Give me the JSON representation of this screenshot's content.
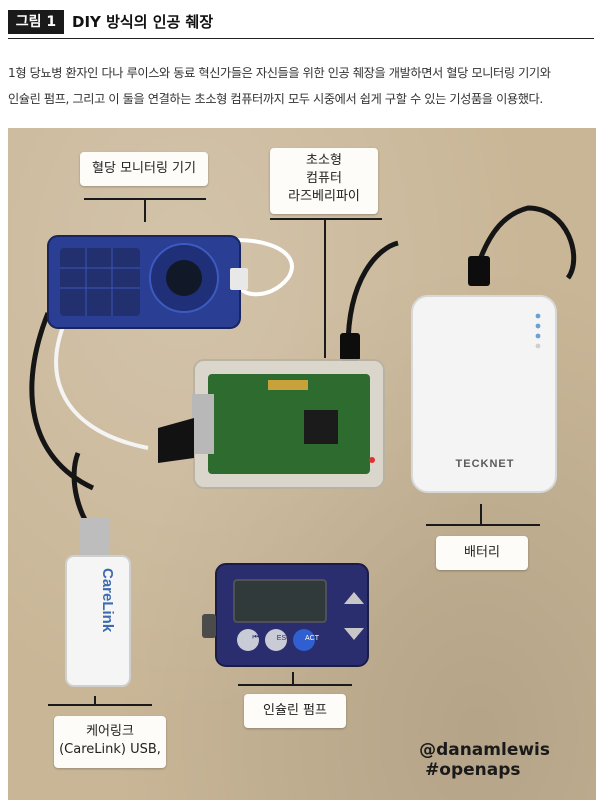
{
  "figure": {
    "badge": "그림 1",
    "title": "DIY 방식의 인공 췌장"
  },
  "caption": {
    "line1": "1형 당뇨병 환자인 다나 루이스와 동료 혁신가들은 자신들을 위한 인공 췌장을 개발하면서 혈당 모니터링 기기와",
    "line2": "인슐린 펌프, 그리고 이 둘을 연결하는 초소형 컴퓨터까지 모두 시중에서 쉽게 구할 수 있는 기성품을 이용했다."
  },
  "labels": {
    "cgm": "혈당 모니터링 기기",
    "pi_line1": "초소형",
    "pi_line2": "컴퓨터",
    "pi_line3": "라즈베리파이",
    "battery": "배터리",
    "pump": "인슐린 펌프",
    "carelink_line1": "케어링크",
    "carelink_line2": "(CareLink) USB,"
  },
  "device_text": {
    "carelink_logo": "CareLink",
    "battery_brand": "TECKNET",
    "pump_btn1": "⏮",
    "pump_btn2": "ESC",
    "pump_btn3": "ACT"
  },
  "watermark": {
    "line1": "@danamlewis",
    "line2": "#openaps"
  },
  "colors": {
    "table": "#c9b697",
    "badge_bg": "#1a1a1a",
    "cgm_body": "#2a3f93",
    "pump_body": "#2b2e6e",
    "pi_board": "#2d6b2e",
    "battery": "#f4f4f4"
  }
}
